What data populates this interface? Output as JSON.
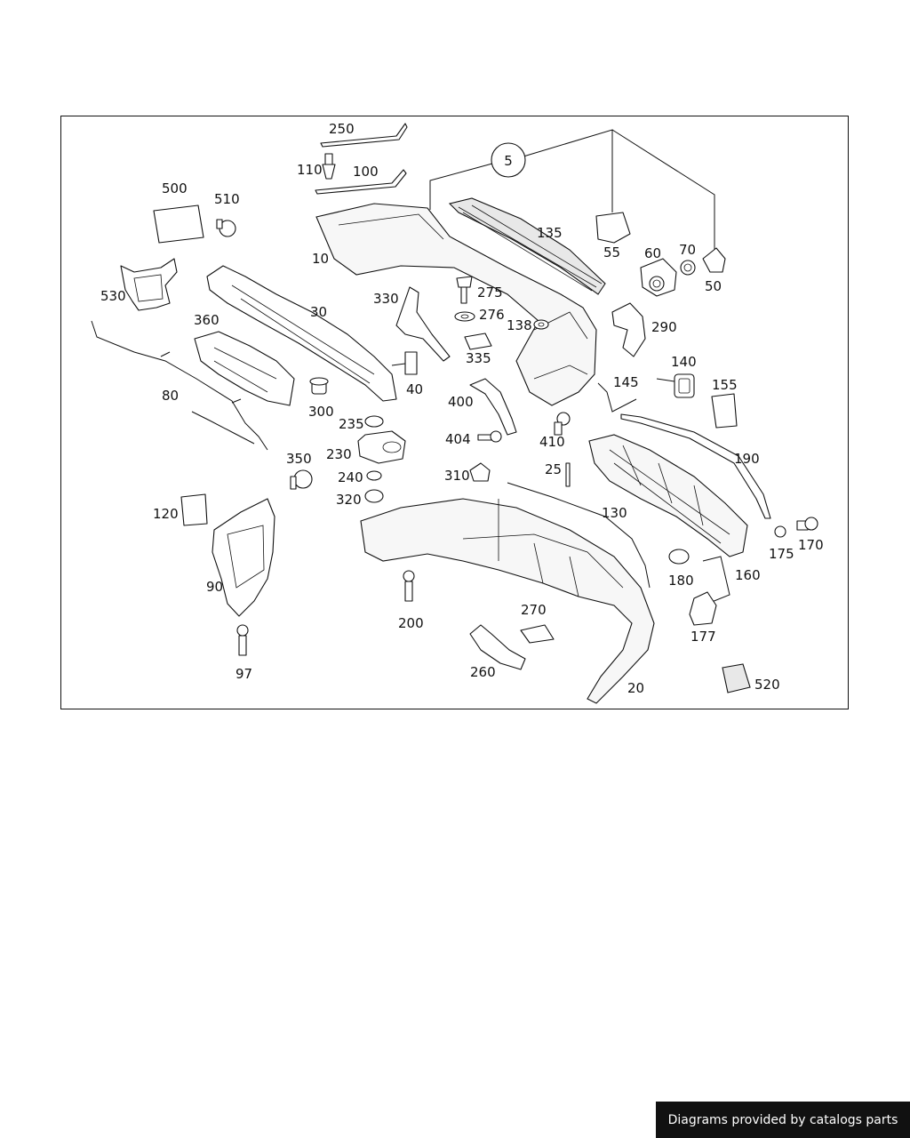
{
  "footer": {
    "text": "Diagrams provided by catalogs parts"
  },
  "parts": {
    "p5": "5",
    "p10": "10",
    "p20": "20",
    "p25": "25",
    "p30": "30",
    "p40": "40",
    "p50": "50",
    "p55": "55",
    "p60": "60",
    "p70": "70",
    "p80": "80",
    "p90": "90",
    "p97": "97",
    "p100": "100",
    "p110": "110",
    "p120": "120",
    "p130": "130",
    "p135": "135",
    "p138": "138",
    "p140": "140",
    "p145": "145",
    "p155": "155",
    "p160": "160",
    "p170": "170",
    "p175": "175",
    "p177": "177",
    "p180": "180",
    "p190": "190",
    "p200": "200",
    "p230": "230",
    "p235": "235",
    "p240": "240",
    "p250": "250",
    "p260": "260",
    "p270": "270",
    "p275": "275",
    "p276": "276",
    "p290": "290",
    "p300": "300",
    "p310": "310",
    "p320": "320",
    "p330": "330",
    "p335": "335",
    "p350": "350",
    "p360": "360",
    "p400": "400",
    "p404": "404",
    "p410": "410",
    "p500": "500",
    "p510": "510",
    "p520": "520",
    "p530": "530"
  }
}
